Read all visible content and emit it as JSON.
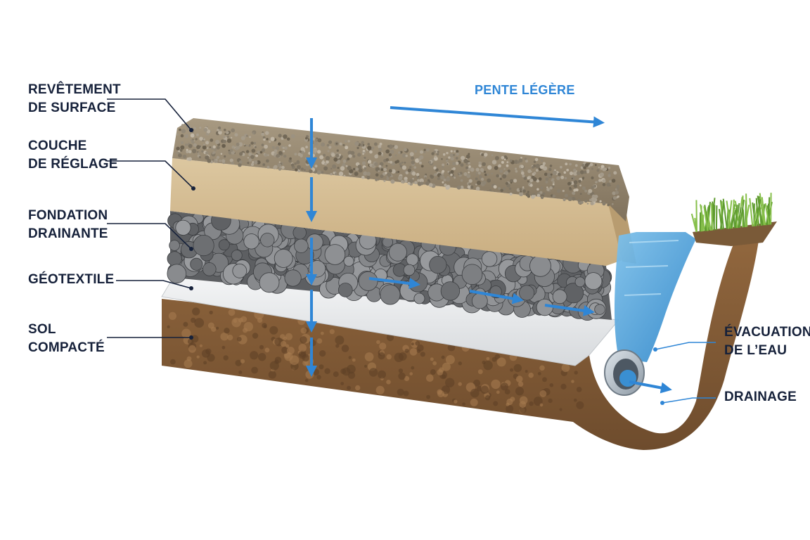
{
  "labels": {
    "surface": [
      "REVÊTEMENT",
      "DE SURFACE"
    ],
    "reglage": [
      "COUCHE",
      "DE RÉGLAGE"
    ],
    "fondation": [
      "FONDATION",
      "DRAINANTE"
    ],
    "geotextile": [
      "GÉOTEXTILE"
    ],
    "sol": [
      "SOL",
      "COMPACTÉ"
    ],
    "evacuation": [
      "ÉVACUATION",
      "DE L’EAU"
    ],
    "drainage": [
      "DRAINAGE"
    ],
    "pente": "PENTE LÉGÈRE"
  },
  "colors": {
    "label_text": "#16213a",
    "arrow_blue": "#2f86d6",
    "surface_gravel": "#9a8b73",
    "sand": "#d8c29a",
    "stones": "#6f7174",
    "geotextile": "#e9ebec",
    "soil": "#8b6440",
    "water": "#4ea4dd",
    "grass": "#6aa23a"
  },
  "icons": {
    "flow_arrow": "arrow-icon",
    "pipe": "drain-pipe-icon"
  }
}
